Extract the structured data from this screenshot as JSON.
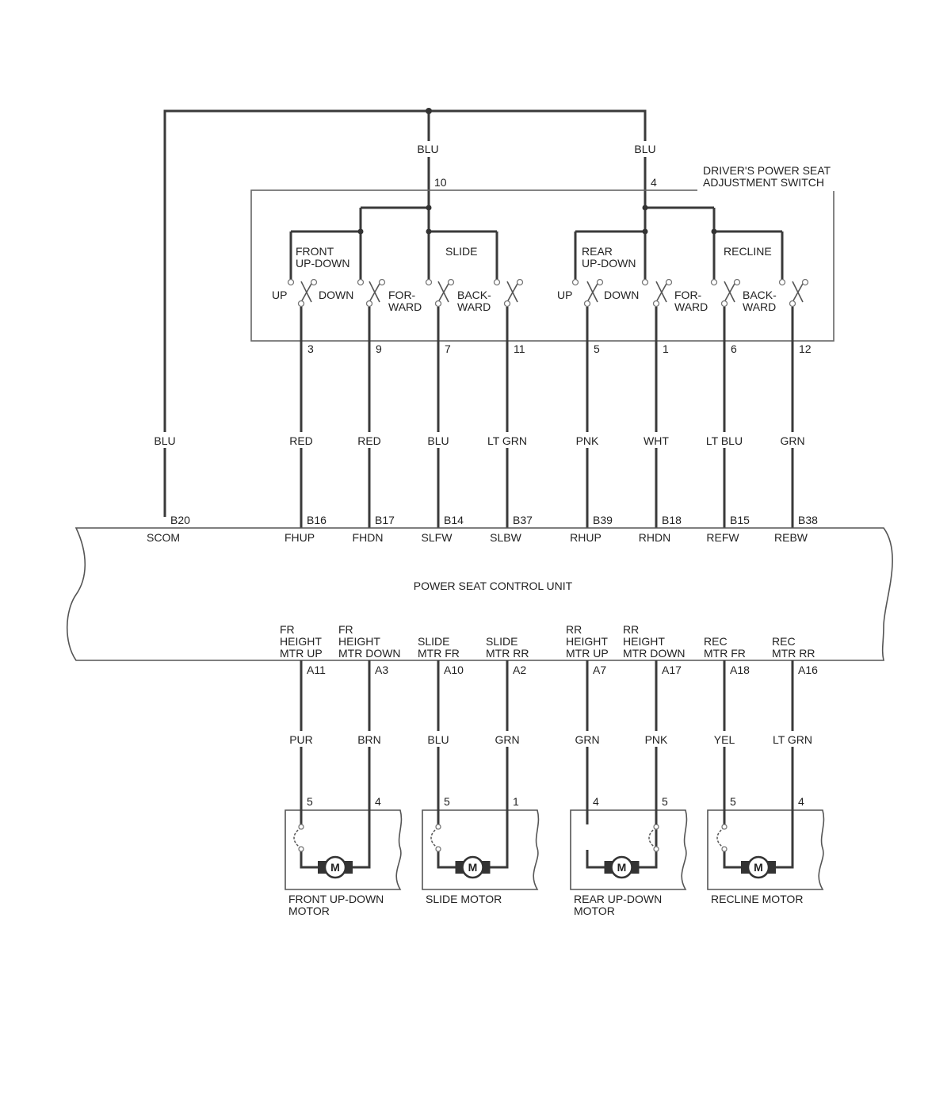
{
  "top_wires": {
    "left": "BLU",
    "right": "BLU"
  },
  "switch_box": {
    "title_line1": "DRIVER'S POWER SEAT",
    "title_line2": "ADJUSTMENT SWITCH",
    "pin_left": "10",
    "pin_right": "4",
    "groups": [
      {
        "name_line1": "FRONT",
        "name_line2": "UP-DOWN",
        "a_line1": "UP",
        "a_line2": "",
        "b_line1": "DOWN",
        "b_line2": ""
      },
      {
        "name_line1": "SLIDE",
        "name_line2": "",
        "a_line1": "FOR-",
        "a_line2": "WARD",
        "b_line1": "BACK-",
        "b_line2": "WARD"
      },
      {
        "name_line1": "REAR",
        "name_line2": "UP-DOWN",
        "a_line1": "UP",
        "a_line2": "",
        "b_line1": "DOWN",
        "b_line2": ""
      },
      {
        "name_line1": "RECLINE",
        "name_line2": "",
        "a_line1": "FOR-",
        "a_line2": "WARD",
        "b_line1": "BACK-",
        "b_line2": "WARD"
      }
    ],
    "bottom_pins": [
      "3",
      "9",
      "7",
      "11",
      "5",
      "1",
      "6",
      "12"
    ]
  },
  "upper_wires": [
    {
      "color": "BLU",
      "pin": "B20",
      "signal": "SCOM"
    },
    {
      "color": "RED",
      "pin": "B16",
      "signal": "FHUP"
    },
    {
      "color": "RED",
      "pin": "B17",
      "signal": "FHDN"
    },
    {
      "color": "BLU",
      "pin": "B14",
      "signal": "SLFW"
    },
    {
      "color": "LT GRN",
      "pin": "B37",
      "signal": "SLBW"
    },
    {
      "color": "PNK",
      "pin": "B39",
      "signal": "RHUP"
    },
    {
      "color": "WHT",
      "pin": "B18",
      "signal": "RHDN"
    },
    {
      "color": "LT BLU",
      "pin": "B15",
      "signal": "REFW"
    },
    {
      "color": "GRN",
      "pin": "B38",
      "signal": "REBW"
    }
  ],
  "control_unit": {
    "label": "POWER SEAT CONTROL UNIT"
  },
  "lower_wires": [
    {
      "l1": "FR",
      "l2": "HEIGHT",
      "l3": "MTR UP",
      "pin": "A11",
      "color": "PUR",
      "motor_pin": "5"
    },
    {
      "l1": "FR",
      "l2": "HEIGHT",
      "l3": "MTR DOWN",
      "pin": "A3",
      "color": "BRN",
      "motor_pin": "4"
    },
    {
      "l1": "",
      "l2": "SLIDE",
      "l3": "MTR FR",
      "pin": "A10",
      "color": "BLU",
      "motor_pin": "5"
    },
    {
      "l1": "",
      "l2": "SLIDE",
      "l3": "MTR RR",
      "pin": "A2",
      "color": "GRN",
      "motor_pin": "1"
    },
    {
      "l1": "RR",
      "l2": "HEIGHT",
      "l3": "MTR UP",
      "pin": "A7",
      "color": "GRN",
      "motor_pin": "4"
    },
    {
      "l1": "RR",
      "l2": "HEIGHT",
      "l3": "MTR DOWN",
      "pin": "A17",
      "color": "PNK",
      "motor_pin": "5"
    },
    {
      "l1": "",
      "l2": "REC",
      "l3": "MTR FR",
      "pin": "A18",
      "color": "YEL",
      "motor_pin": "5"
    },
    {
      "l1": "",
      "l2": "REC",
      "l3": "MTR RR",
      "pin": "A16",
      "color": "LT GRN",
      "motor_pin": "4"
    }
  ],
  "motors": [
    {
      "symbol": "M",
      "label_line1": "FRONT UP-DOWN",
      "label_line2": "MOTOR"
    },
    {
      "symbol": "M",
      "label_line1": "SLIDE MOTOR",
      "label_line2": ""
    },
    {
      "symbol": "M",
      "label_line1": "REAR UP-DOWN",
      "label_line2": "MOTOR"
    },
    {
      "symbol": "M",
      "label_line1": "RECLINE MOTOR",
      "label_line2": ""
    }
  ]
}
